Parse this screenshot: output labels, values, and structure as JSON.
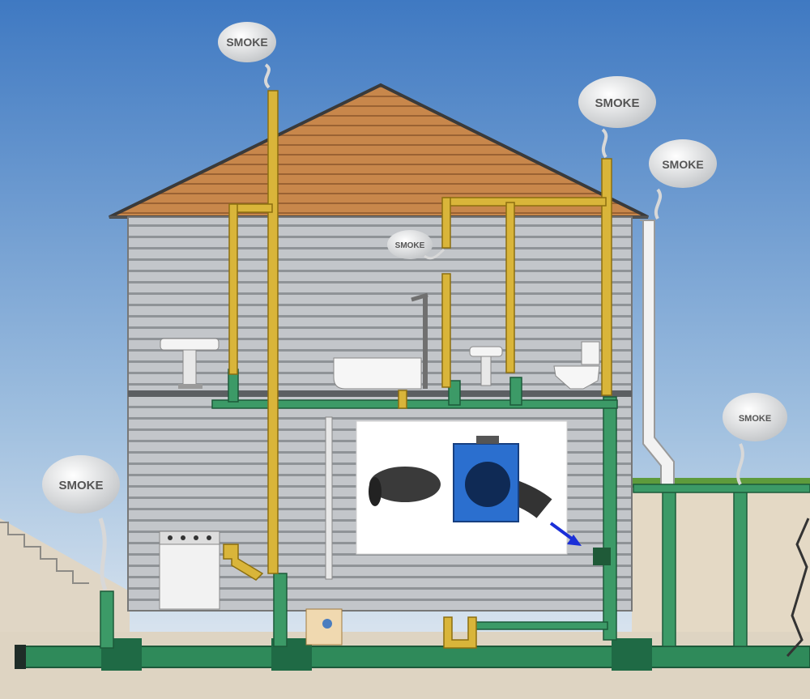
{
  "smoke_labels": {
    "chimney_left": "SMOKE",
    "vent_right_top": "SMOKE",
    "vent_gutter": "SMOKE",
    "bathroom_vent": "SMOKE",
    "cleanout_left": "SMOKE",
    "yard_right": "SMOKE"
  },
  "colors": {
    "sky_top": "#3f79c2",
    "sky_bottom": "#e9eef3",
    "roof": "#c8874b",
    "siding": "#b8bcc0",
    "vent_pipe": "#d9b53a",
    "drain_pipe": "#2f8a5a",
    "blower": "#2b6fcf",
    "arrow": "#1a2fd8"
  },
  "icons": [
    "smoke-blower-machine",
    "flex-duct-hose",
    "blue-arrow-icon",
    "sink-icon",
    "bathtub-icon",
    "toilet-icon",
    "stove-icon",
    "washer-box-icon"
  ]
}
